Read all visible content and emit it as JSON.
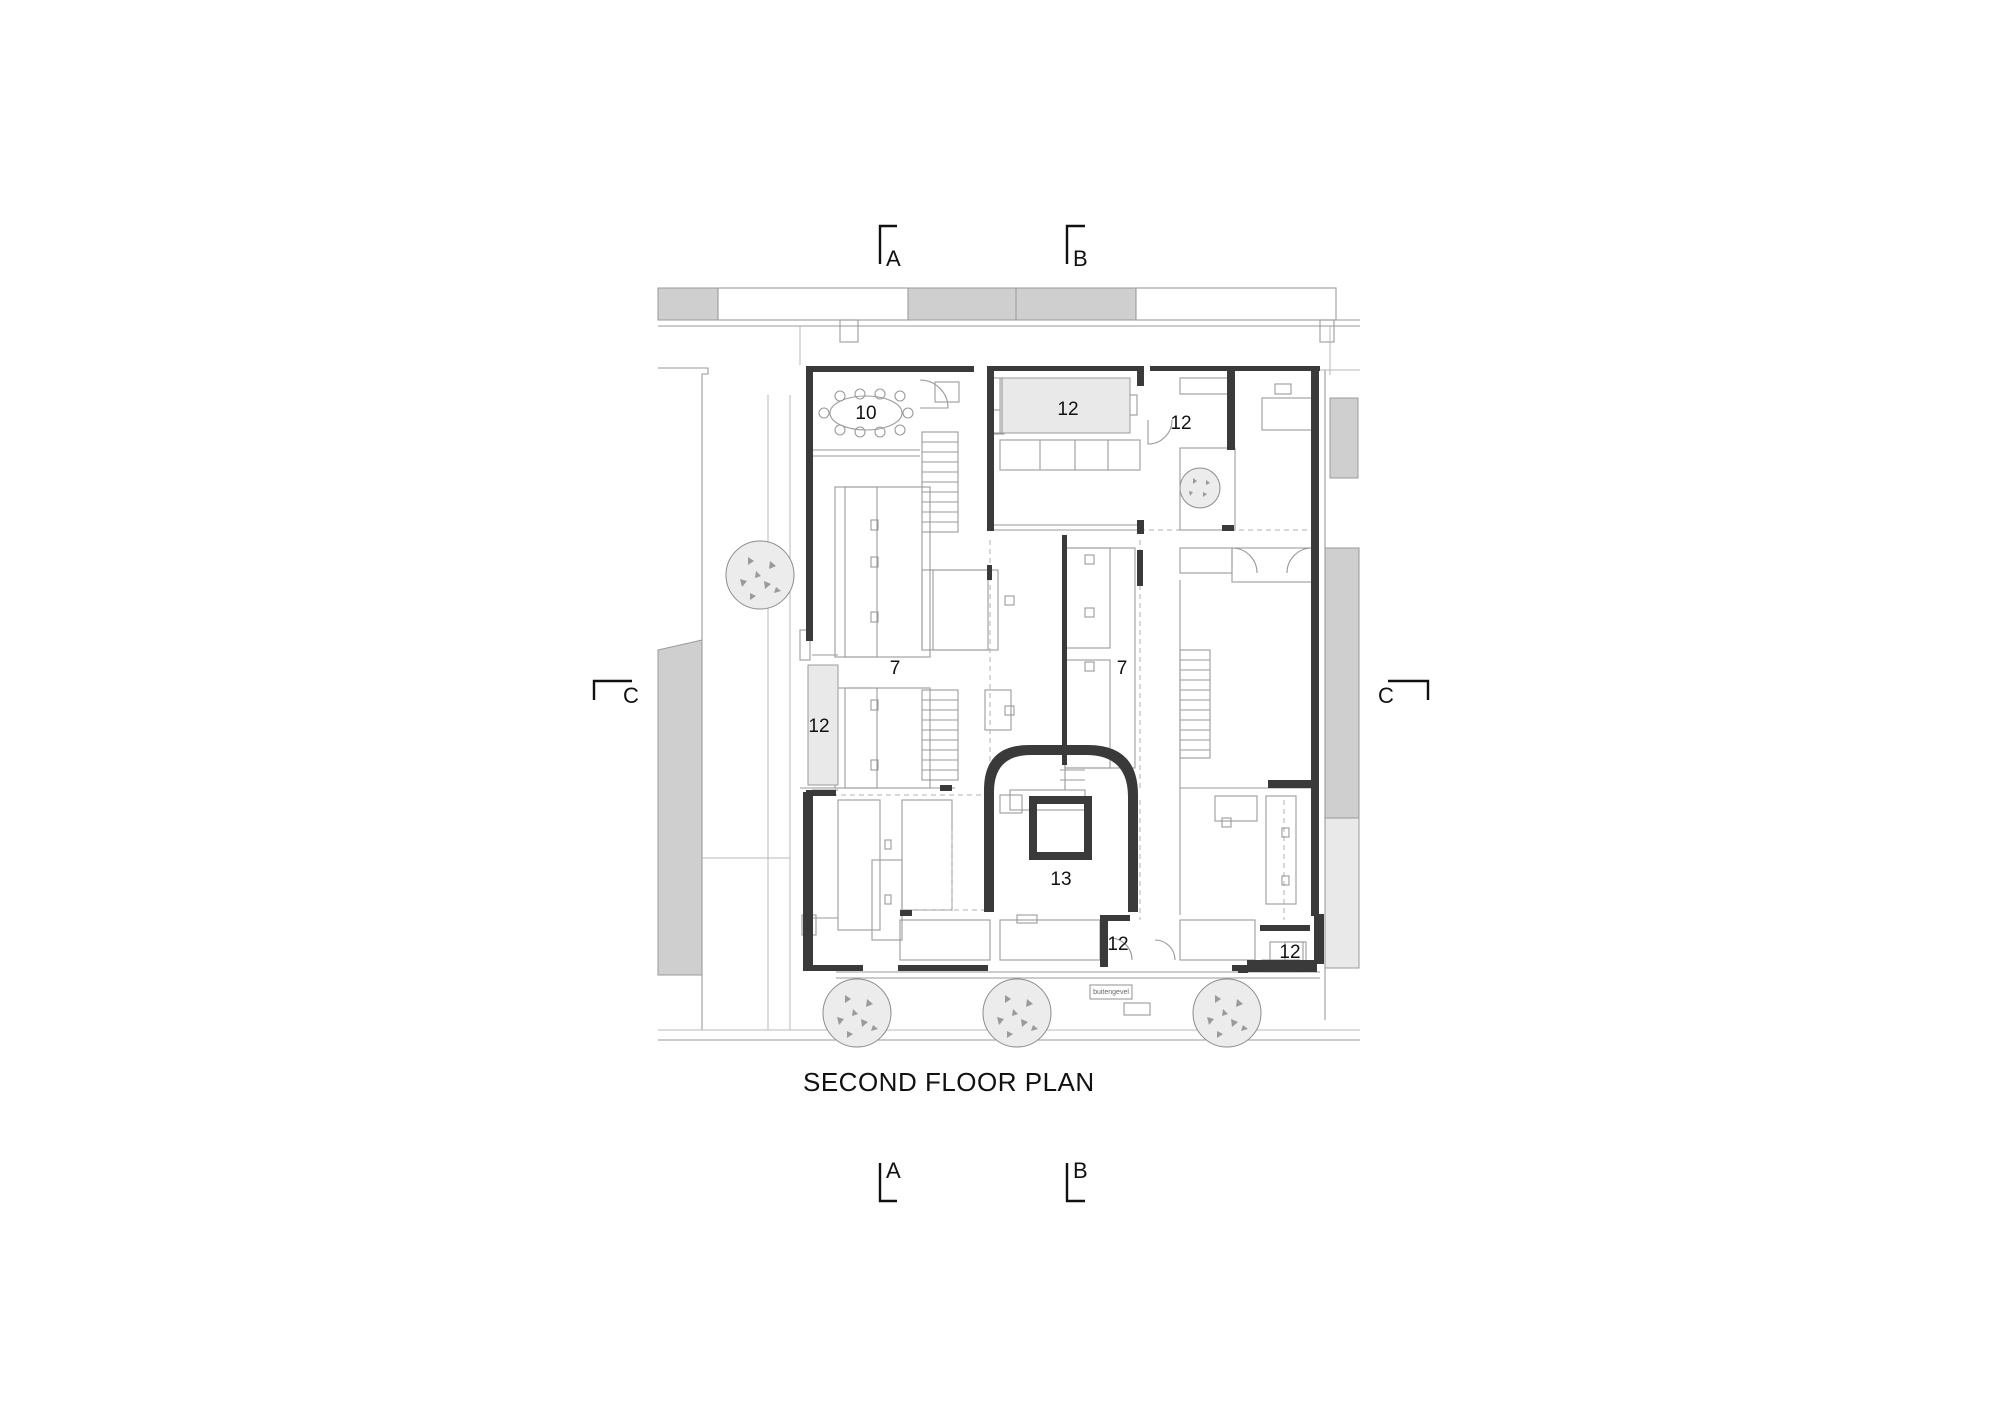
{
  "title": "SECOND FLOOR PLAN",
  "section_markers": {
    "top_a": "A",
    "top_b": "B",
    "bottom_a": "A",
    "bottom_b": "B",
    "left_c": "C",
    "right_c": "C"
  },
  "rooms": {
    "r10": "10",
    "r12_top_mid": "12",
    "r12_top_right": "12",
    "r7_left": "7",
    "r7_mid": "7",
    "r12_left": "12",
    "r13": "13",
    "r12_bottom_mid": "12",
    "r12_bottom_right": "12"
  },
  "small_text": {
    "entrance_mat": "buitengevel"
  }
}
